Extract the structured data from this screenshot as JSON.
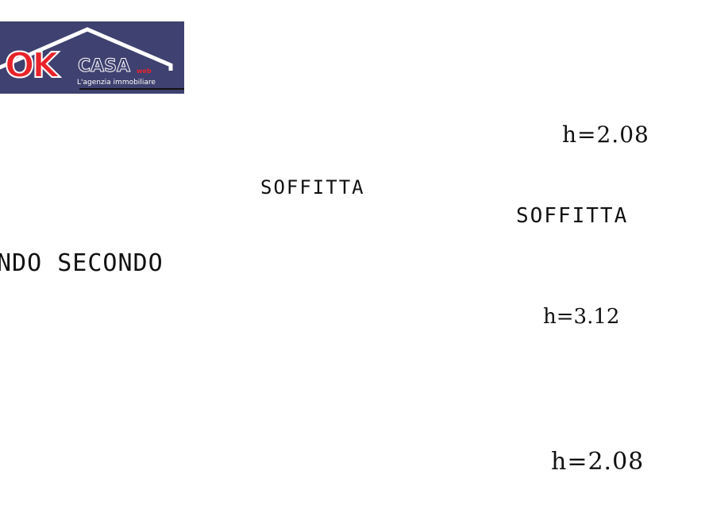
{
  "logo": {
    "brand_ok": "OK",
    "brand_casa": "CASA",
    "brand_suffix": "web",
    "tagline": "L'agenzia immobiliare",
    "colors": {
      "background": "#3f4170",
      "ok_red": "#e8232a",
      "white": "#ffffff"
    }
  },
  "floorplan": {
    "rooms": [
      {
        "name": "SOFFITTA",
        "position": "left-upper"
      },
      {
        "name": "SOFFITTA",
        "position": "right"
      }
    ],
    "floor_label": "NDO SECONDO",
    "heights": [
      {
        "label": "h=2.08",
        "position": "top-right"
      },
      {
        "label": "h=3.12",
        "position": "center-ridge"
      },
      {
        "label": "h=2.08",
        "position": "bottom-right"
      }
    ],
    "line_color": "#111111"
  }
}
